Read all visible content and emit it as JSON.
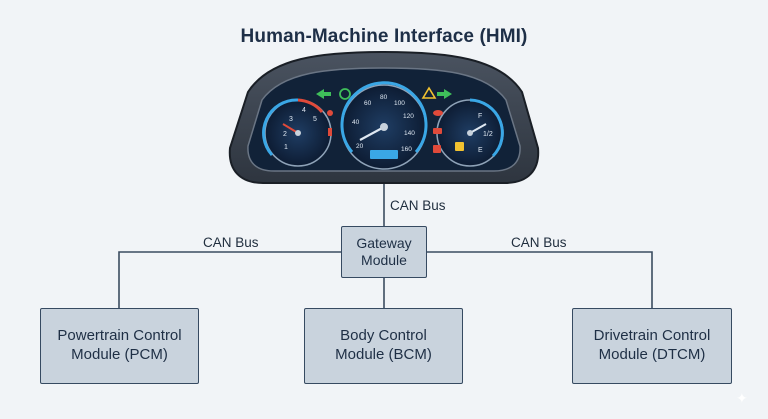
{
  "title": "Human-Machine Interface (HMI)",
  "connections": {
    "vertical_bus_label": "CAN Bus",
    "left_bus_label": "CAN Bus",
    "right_bus_label": "CAN Bus"
  },
  "gateway": {
    "label": "Gateway\nModule"
  },
  "modules": [
    {
      "label": "Powertrain Control\nModule (PCM)"
    },
    {
      "label": "Body Control\nModule (BCM)"
    },
    {
      "label": "Drivetrain Control\nModule (DTCM)"
    }
  ],
  "cluster": {
    "tach_ticks": [
      "1",
      "2",
      "3",
      "4",
      "5"
    ],
    "speed_ticks": [
      "20",
      "40",
      "60",
      "80",
      "100",
      "120",
      "140",
      "160"
    ],
    "fuel_labels": [
      "F",
      "1/2",
      "E"
    ]
  },
  "colors": {
    "background": "#f1f4f7",
    "box_fill": "#c9d3dd",
    "box_border": "#364a61",
    "line": "#3b4c60",
    "gauge_blue": "#3aa7e6",
    "warning_red": "#e04a3a",
    "indicator_green": "#3fbf5a",
    "warning_yellow": "#f2c230"
  },
  "icons": [
    "turn-left-arrow-icon",
    "headlight-icon",
    "warning-triangle-icon",
    "turn-right-arrow-icon",
    "seatbelt-icon",
    "oil-can-icon",
    "engine-icon",
    "coolant-temp-icon",
    "battery-icon",
    "fuel-pump-icon"
  ]
}
